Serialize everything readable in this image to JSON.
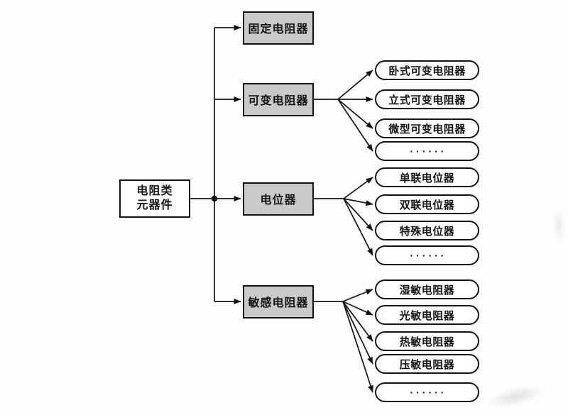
{
  "diagram": {
    "title": "Resistor component classification tree",
    "root": {
      "line1": "电阻类",
      "line2": "元器件"
    },
    "branches": [
      {
        "label": "固定电阻器",
        "leaves": []
      },
      {
        "label": "可变电阻器",
        "leaves": [
          "卧式可变电阻器",
          "立式可变电阻器",
          "微型可变电阻器",
          "······"
        ]
      },
      {
        "label": "电位器",
        "leaves": [
          "单联电位器",
          "双联电位器",
          "特殊电位器",
          "······"
        ]
      },
      {
        "label": "敏感电阻器",
        "leaves": [
          "湿敏电阻器",
          "光敏电阻器",
          "热敏电阻器",
          "压敏电阻器",
          "······"
        ]
      }
    ],
    "colors": {
      "category_box_fill": "#c9c9c9",
      "leaf_fill": "#ffffff",
      "line": "#141414",
      "background": "#fdfdfc"
    }
  }
}
